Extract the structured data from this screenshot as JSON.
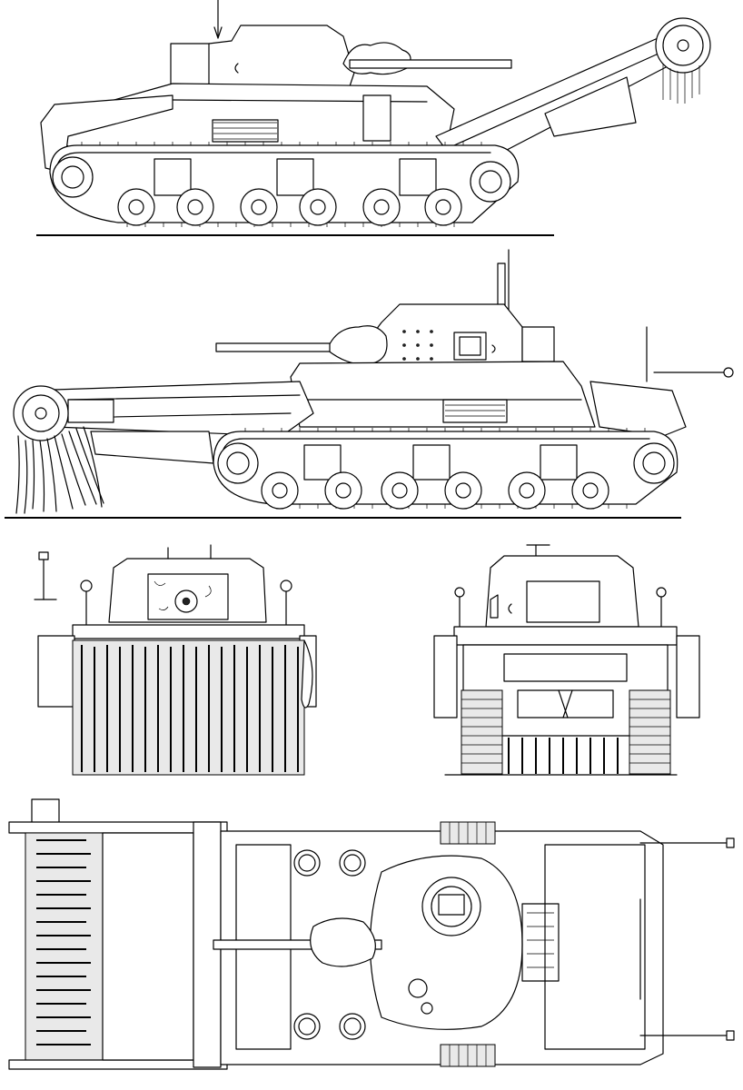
{
  "drawing": {
    "views": [
      {
        "id": "side-left",
        "label": ""
      },
      {
        "id": "side-right",
        "label": ""
      },
      {
        "id": "front",
        "label": ""
      },
      {
        "id": "rear",
        "label": ""
      },
      {
        "id": "top",
        "label": ""
      }
    ],
    "line_color": "#000000",
    "background": "#ffffff"
  }
}
